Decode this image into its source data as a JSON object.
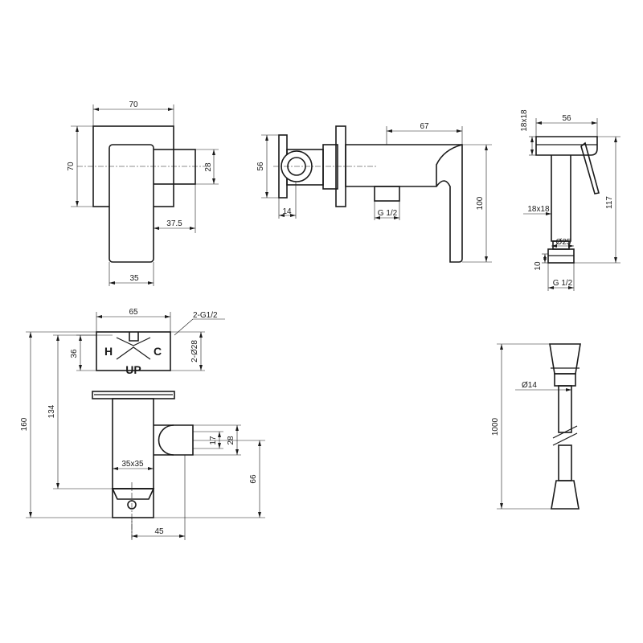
{
  "views": {
    "front_mixer": {
      "width": "70",
      "height": "70",
      "pipe": "28",
      "lever": "37.5",
      "handle": "35"
    },
    "side_mixer": {
      "height": "56",
      "depth": "14",
      "length": "67",
      "thread": "G 1/2",
      "overall": "100"
    },
    "sprayer": {
      "top_size": "18x18",
      "width": "56",
      "neck": "18x18",
      "diameter": "Ø25",
      "thread_len": "10",
      "thread": "G 1/2",
      "height": "117"
    },
    "body_section": {
      "width": "65",
      "inlets": "2-G1/2",
      "bore": "2-Ø28",
      "top": "36",
      "hot": "H",
      "cold": "C",
      "up": "UP",
      "total": "160",
      "mid": "134",
      "holder_inner": "17",
      "holder_outer": "28",
      "square": "35x35",
      "outlet": "66",
      "offset": "45"
    },
    "hose": {
      "diameter": "Ø14",
      "length": "1000"
    }
  }
}
